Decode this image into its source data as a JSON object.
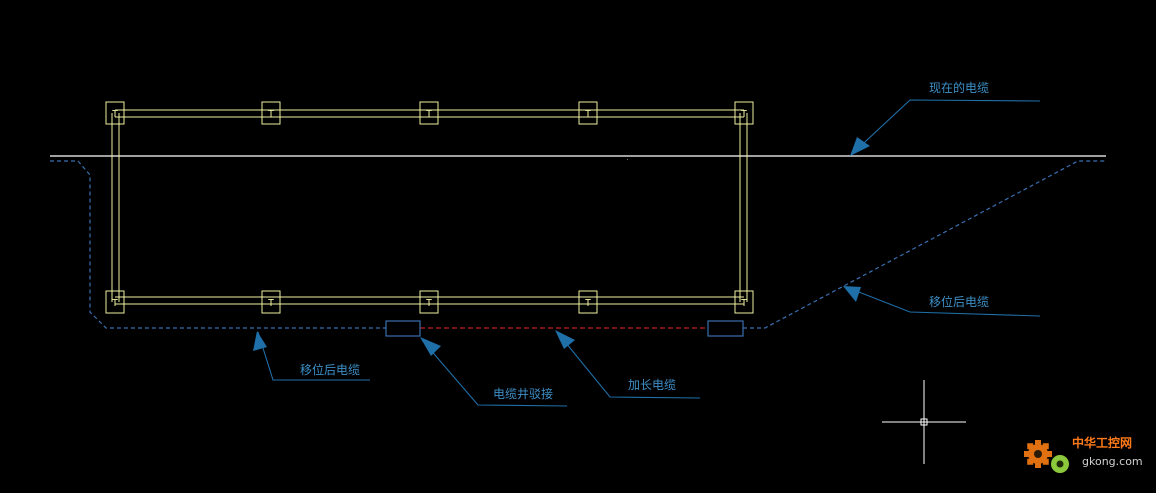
{
  "labels": {
    "current_cable": "现在的电缆",
    "moved_cable_right": "移位后电缆",
    "moved_cable_left": "移位后电缆",
    "cable_well_joint": "电缆井驳接",
    "extended_cable": "加长电缆"
  },
  "column_marker": "T",
  "watermark": {
    "site_name": "中华工控网",
    "url": "gkong.com"
  },
  "colors": {
    "background": "#000000",
    "frame": "#f0f0a0",
    "ground_line": "#ffffff",
    "moved_cable": "#3a6fb0",
    "extended_cable": "#c02020",
    "leader": "#1f6fa8",
    "label_text": "#3d8fc6",
    "crosshair": "#ffffff"
  }
}
